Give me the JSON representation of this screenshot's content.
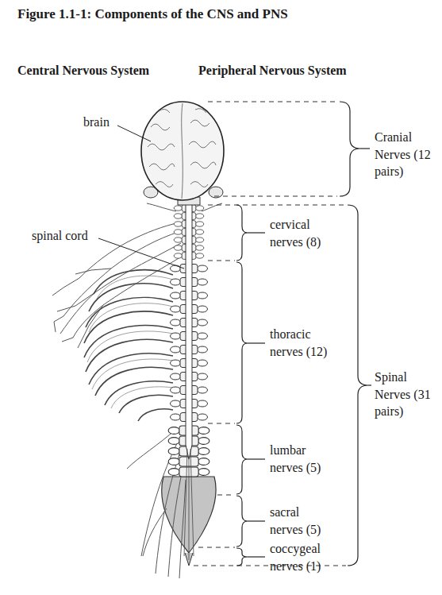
{
  "diagram": {
    "title": "Figure 1.1-1: Components of the CNS and PNS",
    "labels": [
      "Central Nervous System",
      "Peripheral Nervous System",
      "brain",
      "Cranial Nerves (12 pairs)",
      "spinal cord",
      "cervical nerves (8)",
      "thoracic nerves (12)",
      "Spinal Nerves (31 pairs)",
      "lumbar nerves (5)",
      "sacral nerves (5)",
      "coccygeal nerves (1)"
    ]
  }
}
